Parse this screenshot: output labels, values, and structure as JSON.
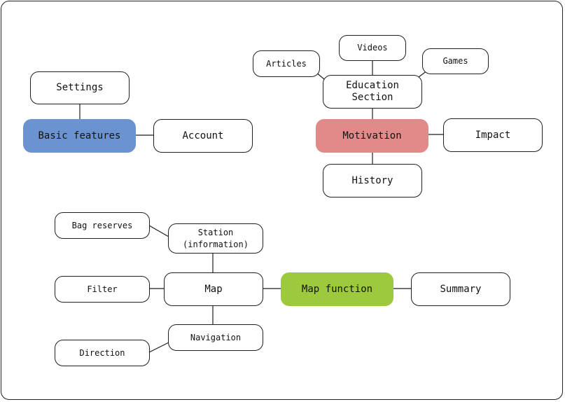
{
  "colors": {
    "basic_features": "#6a93cf",
    "motivation": "#e28a8a",
    "map_function": "#9dc93c",
    "border": "#1f1f1f",
    "line": "#1f1f1f"
  },
  "groups": {
    "basic_features": {
      "hub": "Basic features",
      "children": [
        "Settings",
        "Account"
      ]
    },
    "motivation": {
      "hub": "Motivation",
      "children": [
        "Education\nSection",
        "Impact",
        "History"
      ],
      "education_children": [
        "Articles",
        "Videos",
        "Games"
      ]
    },
    "map_function": {
      "hub": "Map function",
      "children": [
        "Map",
        "Summary"
      ],
      "map_children": [
        "Station\n(information)",
        "Filter",
        "Navigation"
      ],
      "station_children": [
        "Bag reserves"
      ],
      "navigation_children": [
        "Direction"
      ]
    }
  }
}
